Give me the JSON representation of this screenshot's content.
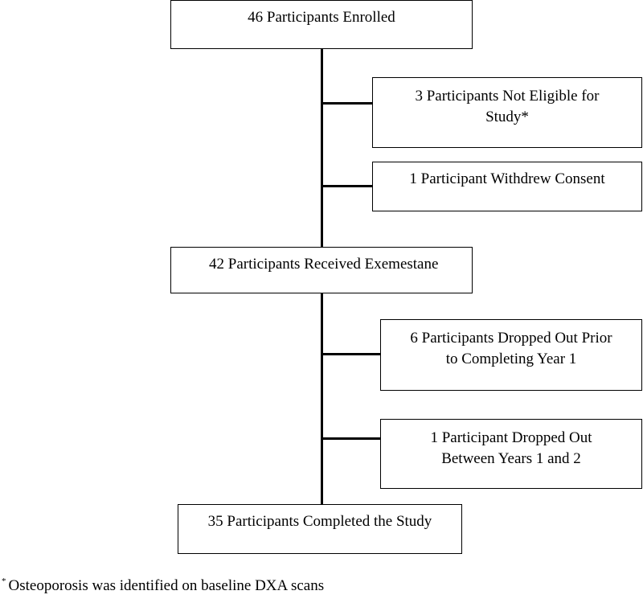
{
  "flowchart": {
    "enrolled": "46 Participants Enrolled",
    "not_eligible": "3 Participants Not Eligible for Study*",
    "withdrew": "1 Participant Withdrew Consent",
    "received": "42 Participants Received Exemestane",
    "dropped_year1": "6 Participants Dropped Out Prior to Completing Year 1",
    "dropped_year2": "1 Participant Dropped Out Between Years 1 and 2",
    "completed": "35 Participants Completed the Study"
  },
  "footnote": {
    "marker": "*",
    "text": "Osteoporosis was identified on baseline DXA scans"
  }
}
